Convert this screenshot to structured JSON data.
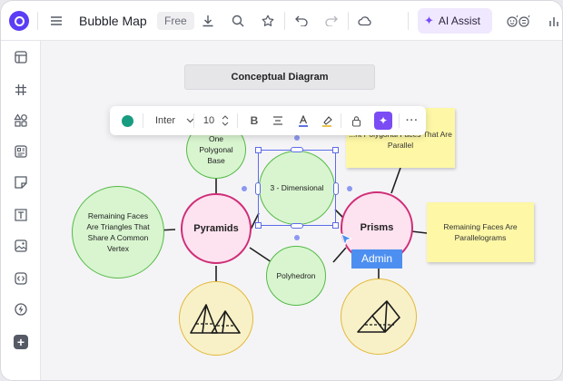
{
  "app": {
    "title": "Bubble Map",
    "plan_badge": "Free",
    "ai_assist_label": "AI Assist",
    "brand_color": "#5b3df5"
  },
  "topbar_icons": [
    "menu-icon",
    "download-icon",
    "search-icon",
    "star-icon",
    "undo-icon",
    "redo-icon",
    "cloud-icon",
    "emoji-icon",
    "chart-icon"
  ],
  "sidebar_icons": [
    "layout-icon",
    "grid-icon",
    "shapes-icon",
    "template-icon",
    "sticky-note-icon",
    "text-frame-icon",
    "image-icon",
    "embed-icon",
    "plugin-icon",
    "add-icon"
  ],
  "toolbar": {
    "fill_color": "#179c80",
    "font_family": "Inter",
    "font_size": "10"
  },
  "diagram": {
    "header": "Conceptual Diagram",
    "center": "3 - Dimensional",
    "pyramids": "Pyramids",
    "prisms": "Prisms",
    "pyramid_base": [
      "One",
      "Polygonal",
      "Base"
    ],
    "pyramid_faces": [
      "Remaining Faces",
      "Are Triangles That",
      "Share A Common",
      "Vertex"
    ],
    "polyhedron": "Polyhedron",
    "prism_bases_note": [
      "...nt",
      "Polygonal Faces That",
      "Are Parallel"
    ],
    "prism_faces_note": [
      "Remaining Faces",
      "Are Parallelograms"
    ]
  },
  "collaborator": {
    "name": "Admin",
    "color": "#4d8ff0"
  }
}
